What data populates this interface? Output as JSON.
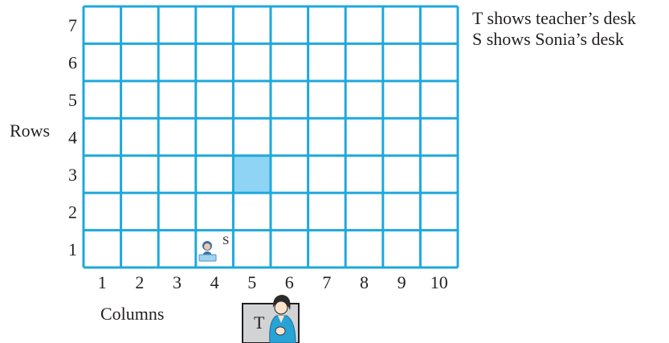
{
  "grid": {
    "columns": 10,
    "rows": 7,
    "line_color": "#1fa8dc",
    "highlight_color": "#8fd4f5",
    "highlighted_cell": {
      "column": 5,
      "row": 3
    },
    "sonia_cell": {
      "column": 4,
      "row": 1
    }
  },
  "row_numbers": [
    "1",
    "2",
    "3",
    "4",
    "5",
    "6",
    "7"
  ],
  "column_numbers": [
    "1",
    "2",
    "3",
    "4",
    "5",
    "6",
    "7",
    "8",
    "9",
    "10"
  ],
  "rows_label": "Rows",
  "columns_label": "Columns",
  "sonia_mark": "S",
  "teacher_mark": "T",
  "legend": {
    "teacher": "T shows teacher’s desk",
    "sonia": "S shows Sonia’s desk"
  }
}
